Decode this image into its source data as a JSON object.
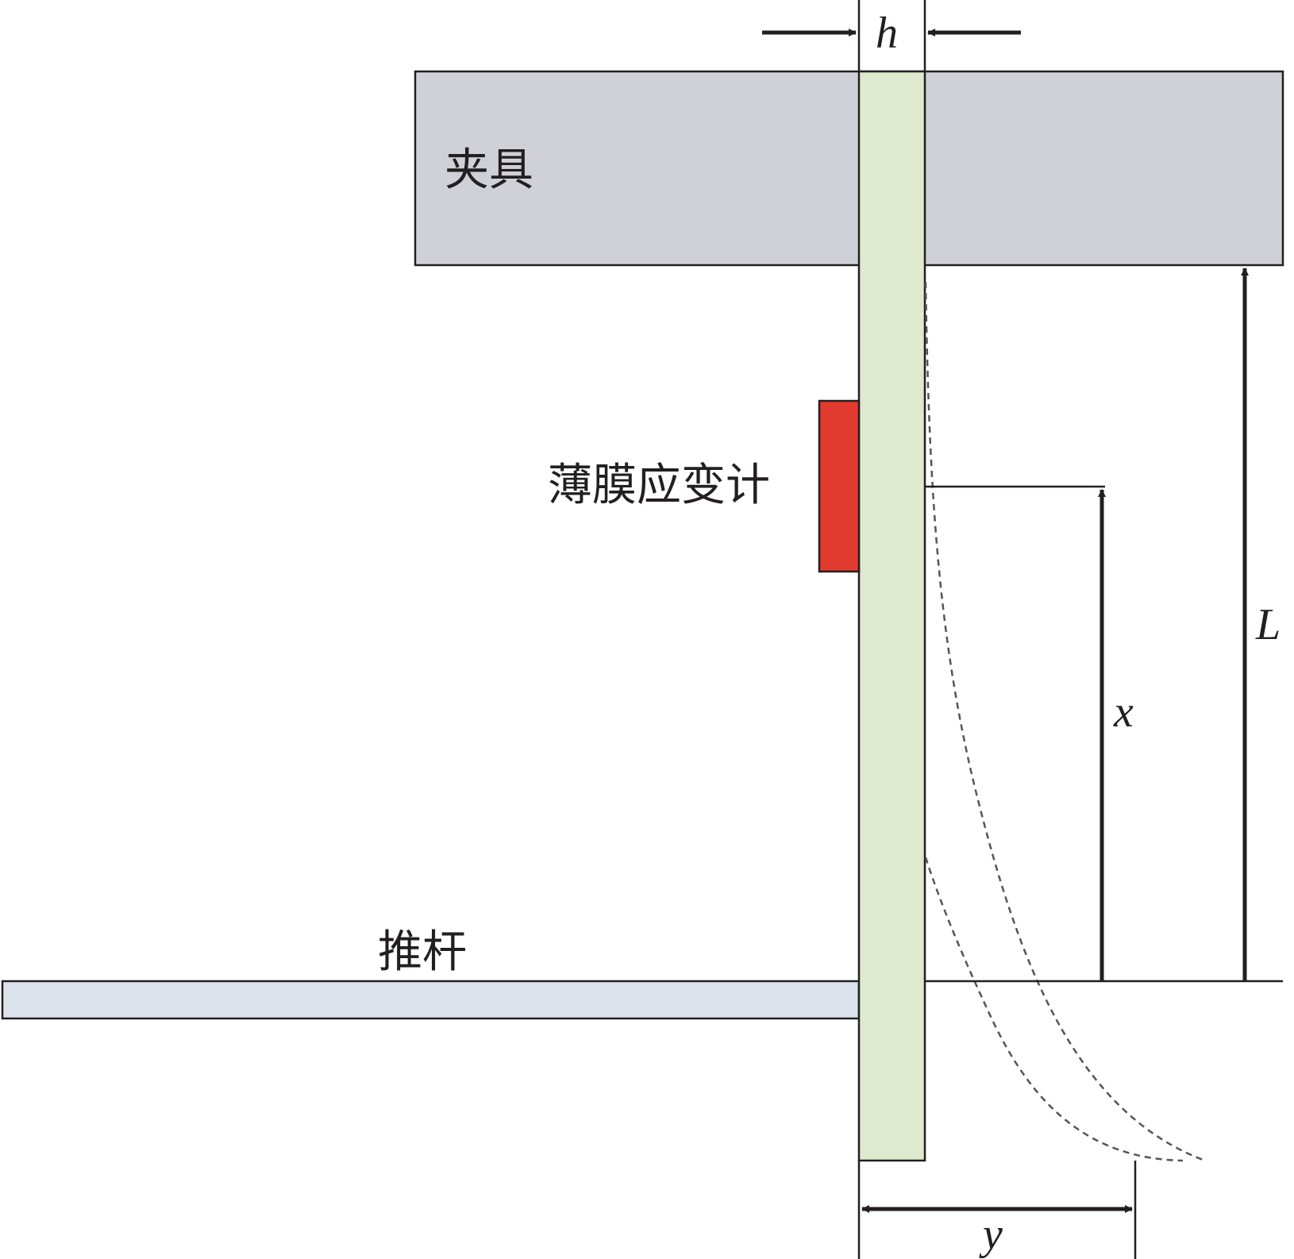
{
  "labels": {
    "clamp": "夹具",
    "strain_gauge": "薄膜应变计",
    "push_rod": "推杆",
    "thickness": "h",
    "length": "L",
    "position": "x",
    "deflection": "y"
  },
  "colors": {
    "clamp_fill": "#d0d0d8",
    "beam_fill": "#dfe9ce",
    "gauge_fill": "#e33a2f",
    "push_rod_fill": "#dce3ed",
    "line": "#231f20",
    "dashed_curve": "#555555"
  }
}
